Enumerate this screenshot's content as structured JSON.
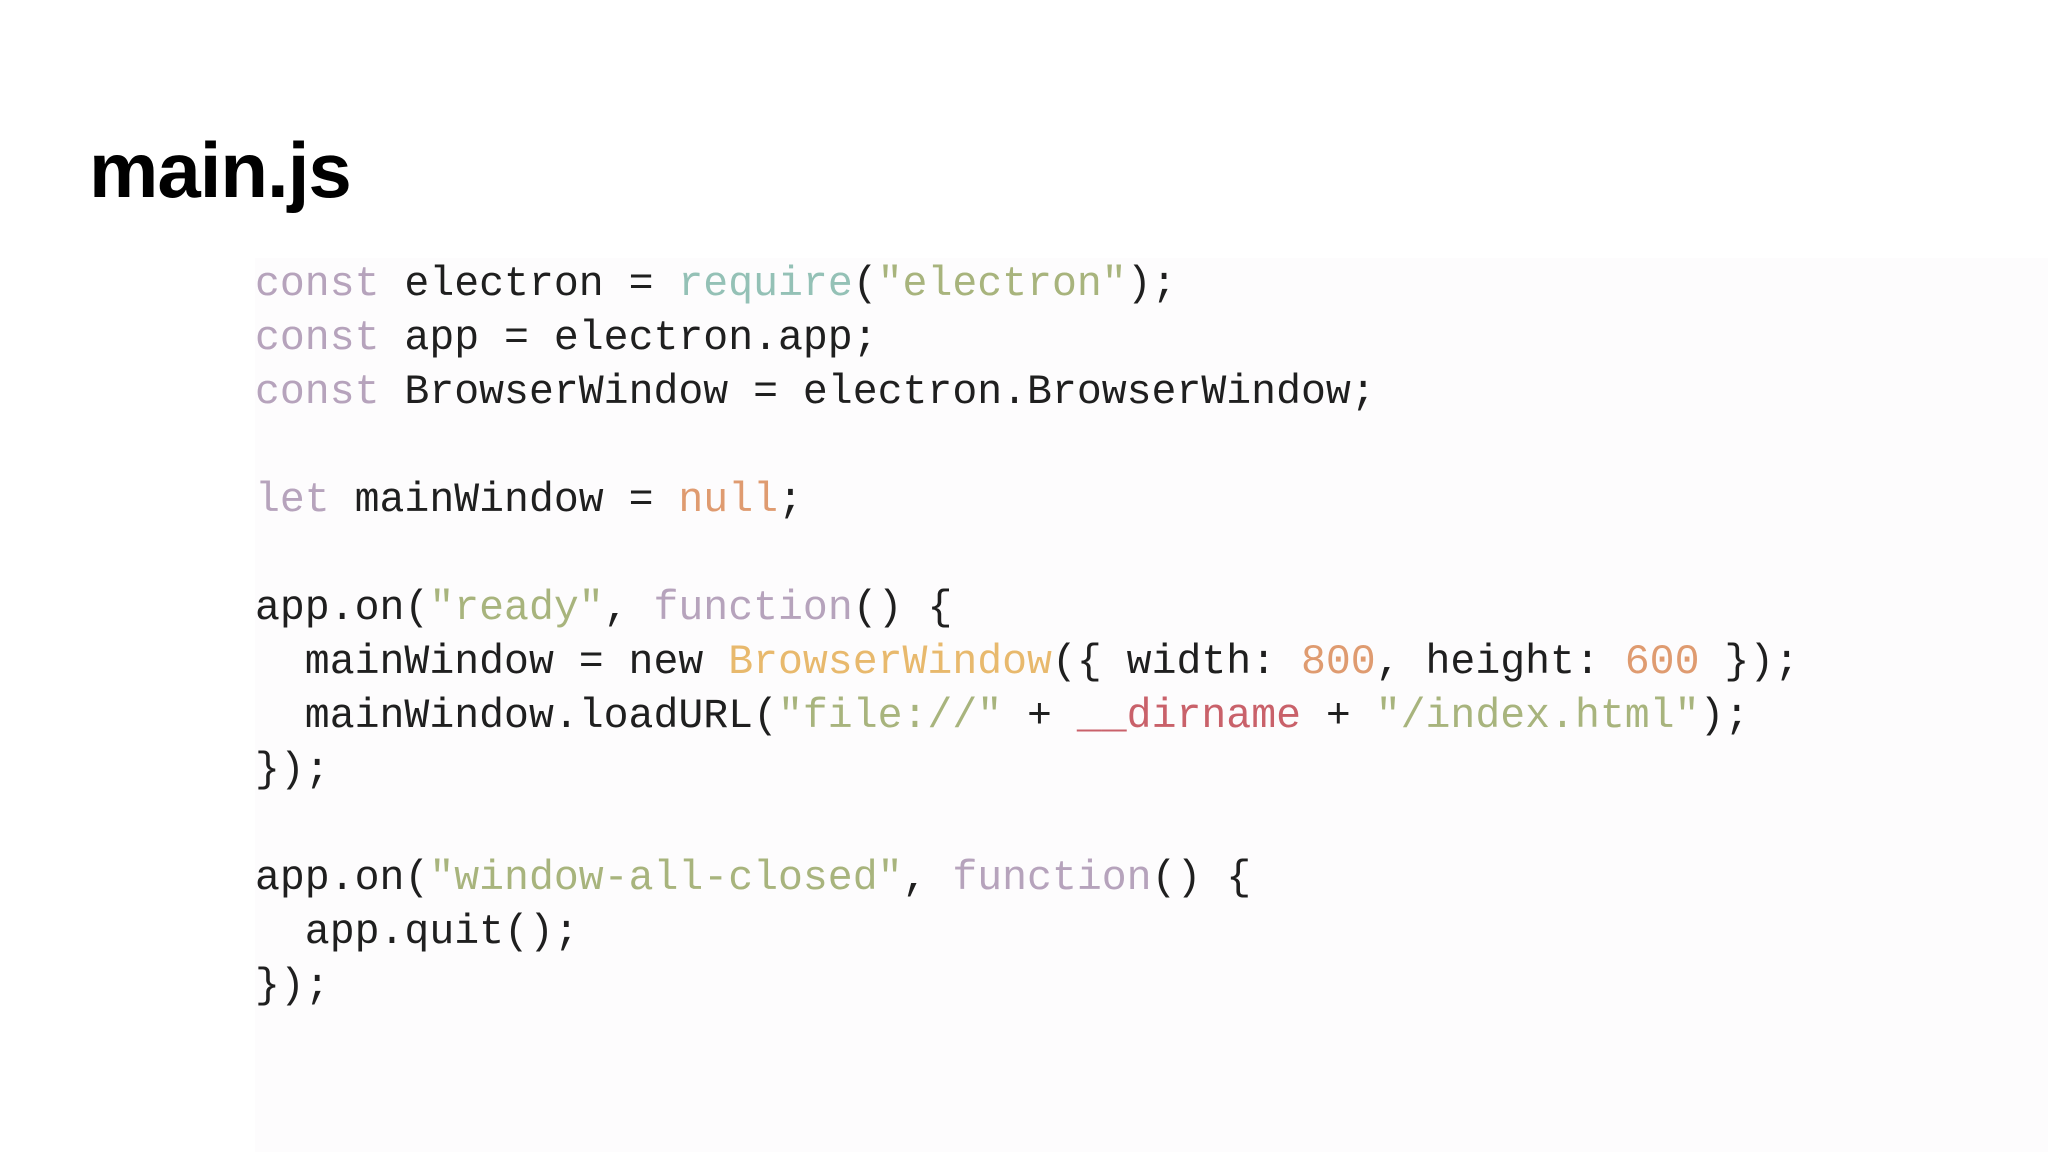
{
  "slide": {
    "title": "main.js"
  },
  "code": {
    "language": "javascript",
    "lines": [
      [
        {
          "t": "const",
          "c": "kw"
        },
        {
          "t": " electron = ",
          "c": "p"
        },
        {
          "t": "require",
          "c": "fn"
        },
        {
          "t": "(",
          "c": "p"
        },
        {
          "t": "\"electron\"",
          "c": "str"
        },
        {
          "t": ");",
          "c": "p"
        }
      ],
      [
        {
          "t": "const",
          "c": "kw"
        },
        {
          "t": " app = electron.app;",
          "c": "p"
        }
      ],
      [
        {
          "t": "const",
          "c": "kw"
        },
        {
          "t": " BrowserWindow = electron.BrowserWindow;",
          "c": "p"
        }
      ],
      [],
      [
        {
          "t": "let",
          "c": "kw"
        },
        {
          "t": " mainWindow = ",
          "c": "p"
        },
        {
          "t": "null",
          "c": "nul"
        },
        {
          "t": ";",
          "c": "p"
        }
      ],
      [],
      [
        {
          "t": "app.on(",
          "c": "p"
        },
        {
          "t": "\"ready\"",
          "c": "str"
        },
        {
          "t": ", ",
          "c": "p"
        },
        {
          "t": "function",
          "c": "kw"
        },
        {
          "t": "() {",
          "c": "p"
        }
      ],
      [
        {
          "t": "  mainWindow = new ",
          "c": "p"
        },
        {
          "t": "BrowserWindow",
          "c": "cls"
        },
        {
          "t": "({ width: ",
          "c": "p"
        },
        {
          "t": "800",
          "c": "num"
        },
        {
          "t": ", height: ",
          "c": "p"
        },
        {
          "t": "600",
          "c": "num"
        },
        {
          "t": " });",
          "c": "p"
        }
      ],
      [
        {
          "t": "  mainWindow.loadURL(",
          "c": "p"
        },
        {
          "t": "\"file://\"",
          "c": "str"
        },
        {
          "t": " + ",
          "c": "p"
        },
        {
          "t": "__dirname",
          "c": "glb"
        },
        {
          "t": " + ",
          "c": "p"
        },
        {
          "t": "\"/index.html\"",
          "c": "str"
        },
        {
          "t": ");",
          "c": "p"
        }
      ],
      [
        {
          "t": "});",
          "c": "p"
        }
      ],
      [],
      [
        {
          "t": "app.on(",
          "c": "p"
        },
        {
          "t": "\"window-all-closed\"",
          "c": "str"
        },
        {
          "t": ", ",
          "c": "p"
        },
        {
          "t": "function",
          "c": "kw"
        },
        {
          "t": "() {",
          "c": "p"
        }
      ],
      [
        {
          "t": "  app.quit();",
          "c": "p"
        }
      ],
      [
        {
          "t": "});",
          "c": "p"
        }
      ]
    ]
  },
  "colors": {
    "background": "#ffffff",
    "code_panel": "#fdfcfd",
    "title": "#000000",
    "plain": "#1f1f1f",
    "keyword": "#b6a3bc",
    "builtin_function": "#94c1b6",
    "string": "#a8b47d",
    "number": "#df9b70",
    "class_name": "#e8b96d",
    "global": "#c9616a"
  }
}
